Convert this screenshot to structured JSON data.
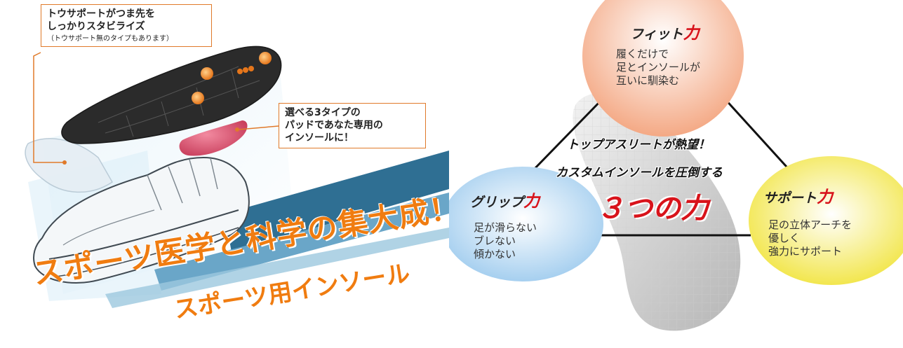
{
  "left_panel": {
    "callout_toe": {
      "line1": "トウサポートがつま先を",
      "line2": "しっかりスタビライズ",
      "note": "（トウサポート無のタイプもあります）"
    },
    "callout_pad": {
      "line1": "選べる3タイプの",
      "line2": "パッドであなた専用の",
      "line3": "インソールに！"
    },
    "headline_main": "スポーツ医学と科学の集大成！",
    "headline_sub": "スポーツ用インソール",
    "colors": {
      "accent": "#f07c10",
      "stripe": "#2f6f93",
      "insole": "#2b2b2b",
      "pad": "#d9556f"
    }
  },
  "right_panel": {
    "fit": {
      "title": "フィット",
      "chikara": "力",
      "lines": [
        "履くだけで",
        "足とインソールが",
        "互いに馴染む"
      ],
      "color": "#f7c2a4"
    },
    "grip": {
      "title": "グリップ",
      "chikara": "力",
      "lines": [
        "足が滑らない",
        "ブレない",
        "傾かない"
      ],
      "color": "#bcdcf3"
    },
    "support": {
      "title": "サポート",
      "chikara": "力",
      "lines": [
        "足の立体アーチを",
        "優しく",
        "強力にサポート"
      ],
      "color": "#f5ef7a"
    },
    "triangle_line1": "トップアスリートが熱望！",
    "triangle_line2": "カスタムインソールを圧倒する",
    "big_text": "３つの力",
    "colors": {
      "red": "#d8131b"
    }
  }
}
